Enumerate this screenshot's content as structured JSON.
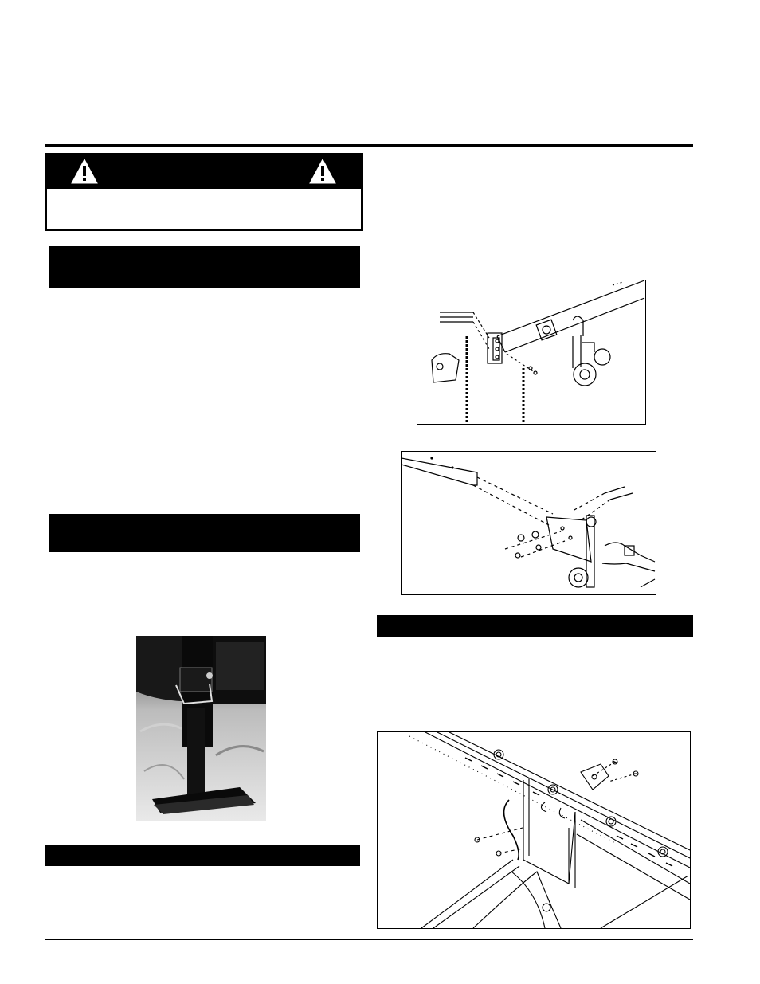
{
  "page": {
    "background": "#ffffff",
    "rule_color": "#000000"
  },
  "warning_box": {
    "icons": [
      "warning-triangle-icon",
      "warning-triangle-icon"
    ],
    "bar_color": "#000000"
  },
  "left_column": {
    "section_headers": [
      "",
      "",
      ""
    ]
  },
  "right_column": {
    "section_headers": [
      ""
    ]
  },
  "figures": [
    {
      "name": "hitch-hook-assembly",
      "type": "line-drawing"
    },
    {
      "name": "tongue-jack-assembly",
      "type": "line-drawing"
    },
    {
      "name": "frame-bracket-assembly",
      "type": "line-drawing"
    }
  ],
  "photo": {
    "name": "parking-jack-photo",
    "type": "photograph"
  }
}
